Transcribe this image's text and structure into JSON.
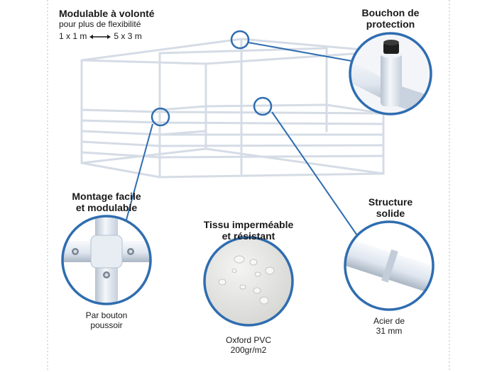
{
  "labels": {
    "modulable_title": "Modulable à volonté",
    "modulable_sub": "pour plus de flexibilité",
    "size_min": "1 x 1 m",
    "size_max": "5 x 3 m",
    "bouchon_line1": "Bouchon de",
    "bouchon_line2": "protection",
    "montage_line1": "Montage facile",
    "montage_line2": "et modulable",
    "tissu_line1": "Tissu imperméable",
    "tissu_line2": "et résistant",
    "structure_line1": "Structure",
    "structure_line2": "solide",
    "bouton_line1": "Par bouton",
    "bouton_line2": "poussoir",
    "oxford_line1": "Oxford PVC",
    "oxford_line2": "200gr/m2",
    "acier_line1": "Acier de",
    "acier_line2": "31 mm"
  },
  "colors": {
    "accent": "#2f6db0",
    "frame": "#dfe6ef",
    "frame_edge": "#aab6c4",
    "fabric": "#e9e9e7",
    "border_dashed": "#9fc2e0"
  },
  "icons": [
    "double-arrow-icon"
  ]
}
